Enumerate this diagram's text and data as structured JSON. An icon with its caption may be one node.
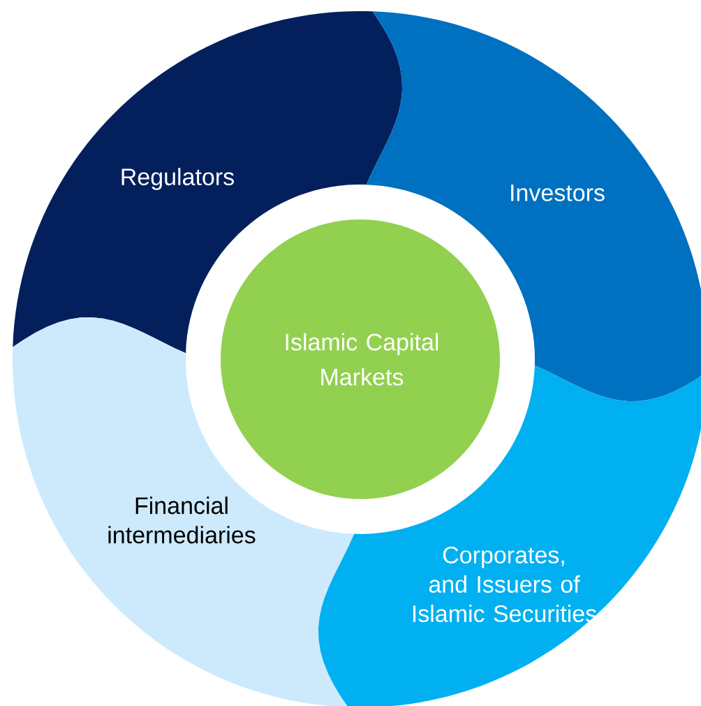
{
  "diagram": {
    "nodes": [
      {
        "text": [
          "Regulators"
        ]
      },
      {
        "text": [
          "Investors"
        ]
      },
      {
        "text": [
          "Islamic Capital Markets"
        ]
      },
      {
        "text": [
          "Financial intermediaries"
        ]
      },
      {
        "text": [
          "Corporates, and Issuers of Islamic Securities"
        ]
      }
    ]
  }
}
